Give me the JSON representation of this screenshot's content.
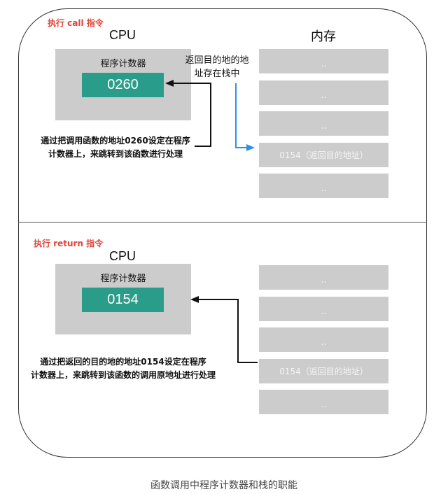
{
  "panels": [
    {
      "instruction_label": "执行 call 指令",
      "cpu_title": "CPU",
      "pc_label": "程序计数器",
      "pc_value": "0260",
      "description_lines": [
        "通过把调用函数的地址0260设定在程序",
        "计数器上，来跳转到该函数进行处理"
      ],
      "memory_title": "内存",
      "stack_note_lines": [
        "返回目的地的地",
        "址存在栈中"
      ],
      "memory_cells": [
        "..",
        "..",
        "..",
        "0154（返回目的地址）",
        ".."
      ]
    },
    {
      "instruction_label": "执行 return 指令",
      "cpu_title": "CPU",
      "pc_label": "程序计数器",
      "pc_value": "0154",
      "description_lines": [
        "通过把返回的目的地的地址0154设定在程序",
        "计数器上，来跳转到该函数的调用原地址进行处理"
      ],
      "memory_cells": [
        "..",
        "..",
        "..",
        "0154（返回目的地址）",
        ".."
      ]
    }
  ],
  "caption": "函数调用中程序计数器和栈的职能",
  "colors": {
    "instruction_label": "#e0453a",
    "pc_value_bg": "#2a9d8a",
    "cell_bg": "#cccccc",
    "stack_arrow": "#2f8fe8",
    "arrow": "#111111"
  }
}
